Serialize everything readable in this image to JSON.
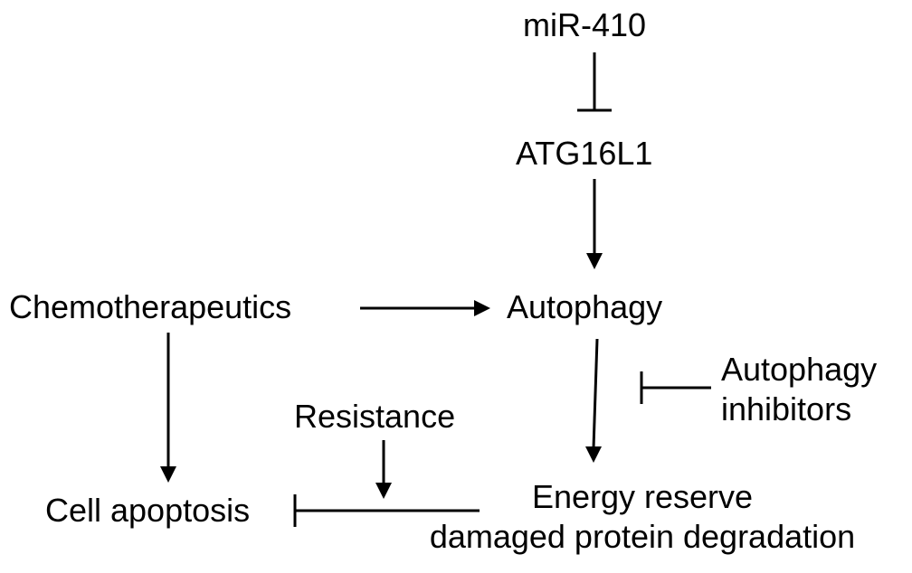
{
  "diagram": {
    "nodes": {
      "mir410": "miR-410",
      "atg16l1": "ATG16L1",
      "chemotherapeutics": "Chemotherapeutics",
      "autophagy": "Autophagy",
      "autophagy_inhibitors": [
        "Autophagy",
        "inhibitors"
      ],
      "resistance": "Resistance",
      "cell_apoptosis": "Cell apoptosis",
      "energy_reserve": [
        "Energy reserve",
        "damaged protein degradation"
      ]
    },
    "edges": [
      {
        "from": "miR-410",
        "to": "ATG16L1",
        "type": "inhibits"
      },
      {
        "from": "ATG16L1",
        "to": "Autophagy",
        "type": "activates"
      },
      {
        "from": "Chemotherapeutics",
        "to": "Autophagy",
        "type": "activates"
      },
      {
        "from": "Chemotherapeutics",
        "to": "Cell apoptosis",
        "type": "activates"
      },
      {
        "from": "Autophagy",
        "to": "Energy reserve / damaged protein degradation",
        "type": "activates"
      },
      {
        "from": "Autophagy inhibitors",
        "to": "Autophagy → Energy reserve",
        "type": "inhibits"
      },
      {
        "from": "Resistance",
        "to": "Energy reserve → Cell apoptosis",
        "type": "activates"
      },
      {
        "from": "Energy reserve / damaged protein degradation",
        "to": "Cell apoptosis",
        "type": "inhibits"
      }
    ],
    "colors": {
      "text": "#000000",
      "line": "#000000",
      "background": "#ffffff"
    }
  }
}
